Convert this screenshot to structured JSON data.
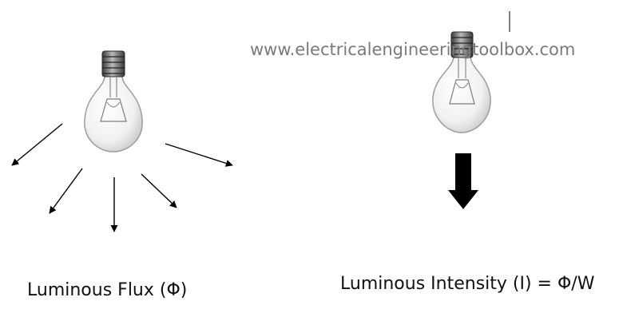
{
  "watermark": "www.electricalengineeringtoolbox.com",
  "captions": {
    "flux": "Luminous Flux (Φ)",
    "intensity": "Luminous Intensity (I) = Φ/W"
  },
  "icons": {
    "left_bulb": "light-bulb-icon",
    "right_bulb": "light-bulb-icon",
    "flux_rays": "arrow-icon",
    "intensity_arrow": "thick-down-arrow-icon"
  },
  "colors": {
    "background": "#ffffff",
    "watermark": "#7a7a7a",
    "text": "#111111",
    "arrows": "#000000"
  }
}
